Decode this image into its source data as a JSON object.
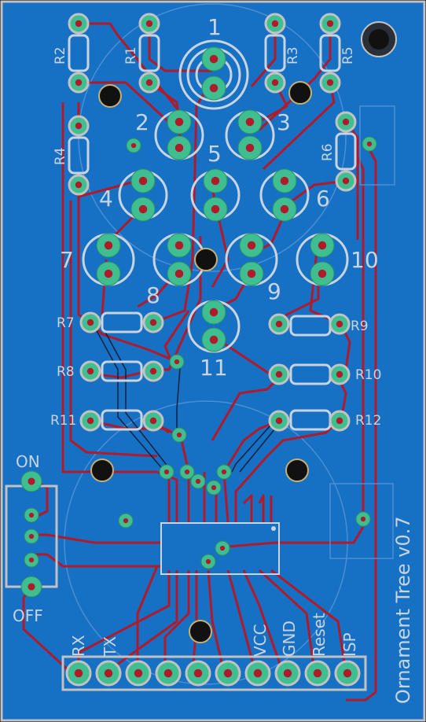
{
  "title": "Ornament Tree v0.7",
  "colors": {
    "board": "#1670c4",
    "trace": "#b01a2a",
    "pad": "#3fbf8f",
    "silk": "#c8d4e0",
    "outline": "#c2c2c2"
  },
  "led_labels": [
    "1",
    "2",
    "3",
    "4",
    "5",
    "6",
    "7",
    "8",
    "9",
    "10",
    "11"
  ],
  "resistors": {
    "r1": "R1",
    "r2": "R2",
    "r3": "R3",
    "r4": "R4",
    "r5": "R5",
    "r6": "R6",
    "r7": "R7",
    "r8": "R8",
    "r9": "R9",
    "r10": "R10",
    "r11": "R11",
    "r12": "R12"
  },
  "switch": {
    "on": "ON",
    "off": "OFF"
  },
  "header_pins": [
    "RX",
    "TX",
    "VCC",
    "GND",
    "Reset",
    "ISP"
  ]
}
